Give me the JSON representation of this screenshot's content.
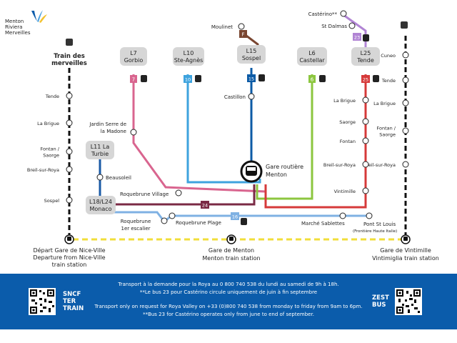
{
  "logo": {
    "line1": "Menton",
    "line2": "Riviera",
    "line3": "Merveilles"
  },
  "train_lines": {
    "merveilles_title": "Train des merveilles",
    "left_stations": [
      "Tende",
      "La Brigue",
      "Fontan / Saorge",
      "Breil-sur-Roya",
      "Sospel"
    ],
    "right_stations": [
      "Cuneo",
      "Tende",
      "La Brigue",
      "Fontan / Saorge",
      "Breil-sur-Roya"
    ]
  },
  "bus_lines": {
    "l7": {
      "code": "L7",
      "name": "Gorbio",
      "badge": "7"
    },
    "l10": {
      "code": "L10",
      "name": "Ste-Agnès",
      "badge": "10"
    },
    "l15": {
      "code": "L15",
      "name": "Sospel",
      "badge": "15"
    },
    "l6": {
      "code": "L6",
      "name": "Castellar",
      "badge": "6"
    },
    "l25": {
      "code": "L25",
      "name": "Tende",
      "badge": "25"
    },
    "l11": {
      "code": "L11 La",
      "name": "Turbie"
    },
    "l18": {
      "code": "L18/L24",
      "name": "Monaco"
    },
    "badge_f": "F",
    "badge_23": "23",
    "badge_24": "24",
    "badge_16": "16"
  },
  "stops": {
    "castillon": "Castillon",
    "moulinet": "Moulinet",
    "castérino": "Castérino**",
    "st_dalmas": "St Dalmas",
    "jardin1": "Jardin Serre de",
    "jardin2": "la Madone",
    "beausoleil": "Beausoleil",
    "roquebrune_village": "Roquebrune Village",
    "roquebrune_escalier1": "Roquebrune",
    "roquebrune_escalier2": "1er escalier",
    "roquebrune_plage": "Roquebrune Plage",
    "marche_sablettes": "Marché Sablettes",
    "pont_st_louis1": "Pont St Louis",
    "pont_st_louis2": "(Frontière Haute Italie)",
    "l25_stops": [
      "La Brigue",
      "Saorge",
      "Fontan",
      "Breil-sur-Roya",
      "Vintimille"
    ],
    "gare_routiere1": "Gare routière",
    "gare_routiere2": "Menton"
  },
  "stations": {
    "nice1": "Départ Gare de Nice-Ville",
    "nice2": "Departure from Nice-Ville",
    "nice3": "train station",
    "menton1": "Gare de Menton",
    "menton2": "Menton train station",
    "vintimille1": "Gare de Vintimille",
    "vintimille2": "Vintimiglia train station"
  },
  "footer": {
    "line1": "Transport à la demande pour la Roya au 0 800 740 538 du lundi au samedi de 9h à 18h.",
    "line2": "**Le bus 23 pour Castérino circule uniquement de juin à fin septembre",
    "line3": "Transport only on request for Roya Valley on +33 (0)800 740 538 from monday to friday from 9am to 6pm.",
    "line4": "**Bus 23 for Castérino operates only from june to end of september.",
    "sncf1": "SNCF",
    "sncf2": "TER",
    "sncf3": "TRAIN",
    "zest1": "ZEST",
    "zest2": "BUS"
  },
  "colors": {
    "l7": "#d9658f",
    "l10": "#3ea3de",
    "l15": "#0c5ba6",
    "l6": "#8cc63f",
    "l25": "#d63a3a",
    "l18": "#7a2a45",
    "l16": "#7fb1e3",
    "f": "#7a4631",
    "l23": "#b184d4",
    "l11": "#1a5aa6",
    "ter": "#f1de3a",
    "footer": "#0b5cab"
  }
}
